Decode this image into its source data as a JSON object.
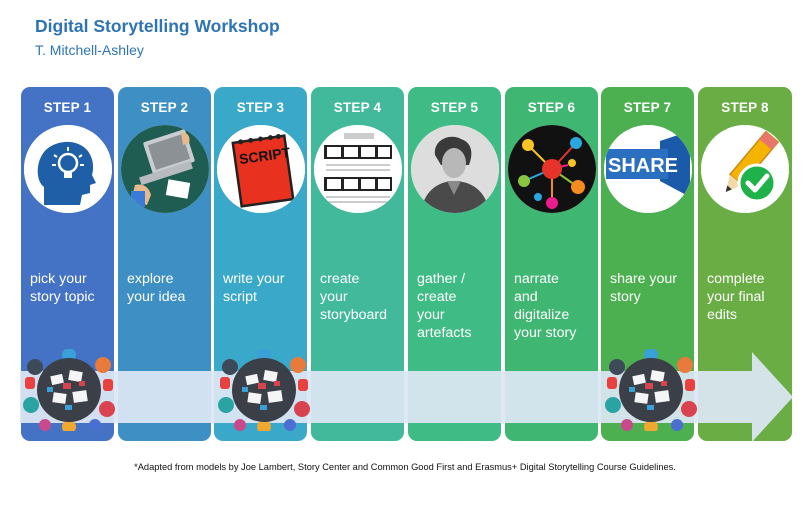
{
  "header": {
    "title": "Digital Storytelling Workshop",
    "author": "T. Mitchell-Ashley"
  },
  "steps": [
    {
      "label": "STEP 1",
      "lines": [
        "pick your",
        "story topic"
      ],
      "icon": "lightbulb-head-icon",
      "color": "#4472c4"
    },
    {
      "label": "STEP 2",
      "lines": [
        "explore",
        "your idea"
      ],
      "icon": "laptop-research-icon",
      "color": "#3d8fc4"
    },
    {
      "label": "STEP 3",
      "lines": [
        "write your",
        "script"
      ],
      "icon": "script-notepad-icon",
      "color": "#3aa9c9"
    },
    {
      "label": "STEP 4",
      "lines": [
        "create",
        "your",
        "storyboard"
      ],
      "icon": "storyboard-icon",
      "color": "#42b99a"
    },
    {
      "label": "STEP 5",
      "lines": [
        "gather /",
        "create",
        "your",
        "artefacts"
      ],
      "icon": "portrait-photo-icon",
      "color": "#3fbb86"
    },
    {
      "label": "STEP 6",
      "lines": [
        "narrate",
        "and",
        "digitalize",
        "your story"
      ],
      "icon": "media-network-icon",
      "color": "#3fb773"
    },
    {
      "label": "STEP 7",
      "lines": [
        "share your",
        "story"
      ],
      "icon": "share-megaphone-icon",
      "color": "#4caf50"
    },
    {
      "label": "STEP 8",
      "lines": [
        "complete",
        "your final",
        "edits"
      ],
      "icon": "pencil-checkmark-icon",
      "color": "#6aad45"
    }
  ],
  "footnote": "*Adapted from models by Joe Lambert, Story Center and Common Good First and Erasmus+ Digital Storytelling Course Guidelines."
}
